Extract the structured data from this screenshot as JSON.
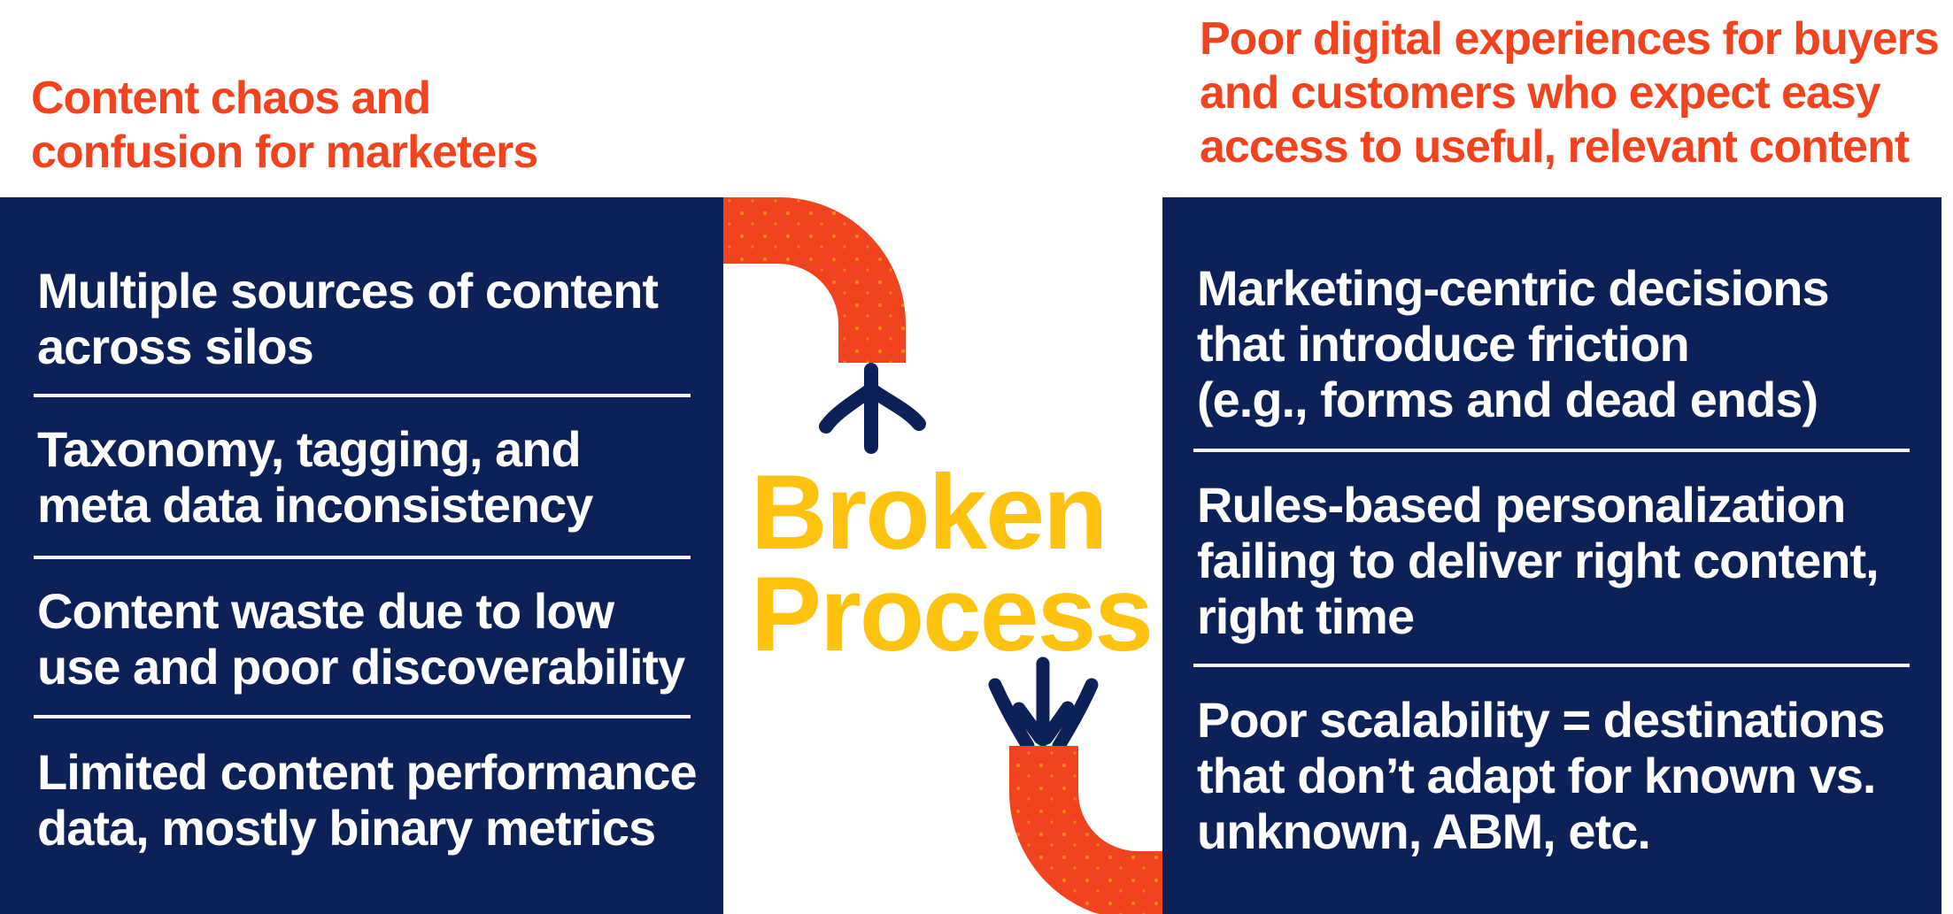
{
  "colors": {
    "navy_panel": "#0B2157",
    "accent_orange": "#F2431F",
    "title_yellow": "#FFC20E",
    "panel_text": "#FFFFFF",
    "background": "#FFFFFF"
  },
  "headings": {
    "left": "Content chaos and\nconfusion for marketers",
    "right": "Poor digital experiences for buyers\nand customers who expect easy\naccess to useful, relevant content"
  },
  "center": {
    "title": "Broken\nProcess"
  },
  "left_panel": {
    "items": [
      "Multiple sources of content\nacross silos",
      "Taxonomy, tagging, and\nmeta data inconsistency",
      "Content waste due to low\nuse and poor discoverability",
      "Limited content performance\ndata, mostly binary metrics"
    ]
  },
  "right_panel": {
    "items": [
      "Marketing-centric decisions\nthat introduce friction\n(e.g., forms and dead ends)",
      "Rules-based personalization\nfailing to deliver right content,\nright time",
      "Poor scalability = destinations\nthat don’t adapt for known vs.\nunknown, ABM, etc."
    ]
  },
  "icons": {
    "pipe_top": "pipe-elbow-top-icon",
    "pipe_bottom": "pipe-elbow-bottom-icon",
    "arrow_up": "frayed-arrow-up-icon",
    "arrow_down": "frayed-arrow-down-icon"
  }
}
